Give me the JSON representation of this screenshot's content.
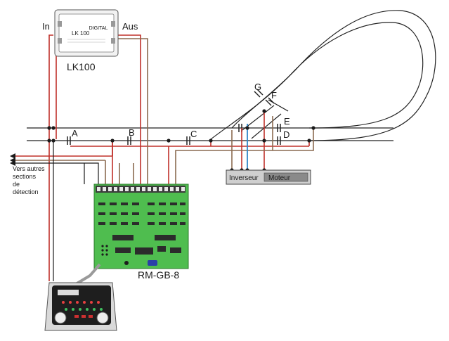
{
  "lk100": {
    "name": "LK100",
    "in_label": "In",
    "out_label": "Aus",
    "panel_title": "DIGITAL",
    "model_code": "LK 100"
  },
  "sections": {
    "a": "A",
    "b": "B",
    "c": "C",
    "d": "D",
    "e": "E",
    "f": "F",
    "g": "G"
  },
  "reverser": {
    "inverseur": "Inverseur",
    "moteur": "Moteur"
  },
  "side_note": {
    "line1": "Vers autres",
    "line2": "sections",
    "line3": "de",
    "line4": "détection"
  },
  "board": {
    "name": "RM-GB-8"
  },
  "colors": {
    "wire_red": "#c0302a",
    "wire_brown": "#8a6a50",
    "wire_blue": "#2f86c8",
    "wire_black": "#1a1a1a",
    "board_green": "#4fbd4f",
    "track_line": "#222222"
  }
}
